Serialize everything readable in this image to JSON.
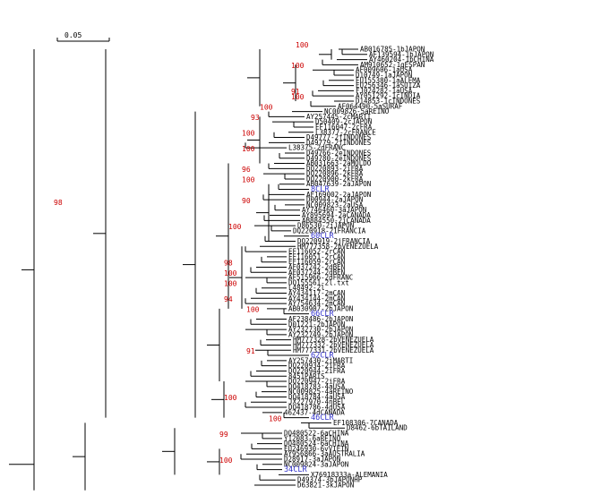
{
  "scale_bar": {
    "label": "0.05"
  },
  "highlight_color": "#3333cc",
  "bootstrap_color": "#cc0000",
  "leaves": [
    {
      "label": "AB016785-1bJAPON"
    },
    {
      "label": "AF139594-1bJAPON"
    },
    {
      "label": "AY460204-1bCHINA"
    },
    {
      "label": "AM910652-1gESPAN"
    },
    {
      "label": "AF009606-1aUSA"
    },
    {
      "label": "D10749-1aJAPON"
    },
    {
      "label": "EU155380-1aALEMA"
    },
    {
      "label": "EU256346-1aSUIZA"
    },
    {
      "label": "FJ024282-1aUSA"
    },
    {
      "label": "AY051292-1cINDIA"
    },
    {
      "label": "D14853-1cINDONES"
    },
    {
      "label": "AF064490-5aSURAF"
    },
    {
      "label": "NC009826-5aREINO"
    },
    {
      "label": "AY257445-2cMARTI"
    },
    {
      "label": "D50409-2cJAPON"
    },
    {
      "label": "EF116047-2cFRA"
    },
    {
      "label": "L38377-2cFRANCE"
    },
    {
      "label": "D49777-2fINDONES"
    },
    {
      "label": "D49779-2fINDONES"
    },
    {
      "label": "L38375-2dFRANC"
    },
    {
      "label": "D49766-2eINDONES"
    },
    {
      "label": "D49780-2eINDONES"
    },
    {
      "label": "AB031663-2aMOLDO"
    },
    {
      "label": "DQ220893-2iFRA"
    },
    {
      "label": "DQ220896-2kFRA"
    },
    {
      "label": "DQ220900-2kFRA"
    },
    {
      "label": "AB047639-2aJAPON"
    },
    {
      "label": "8CLR",
      "highlight": true
    },
    {
      "label": "AF169002-2aJAPON"
    },
    {
      "label": "D00944-2aJAPON"
    },
    {
      "label": "NC009823-2aUSA"
    },
    {
      "label": "AY746460-3aJAPON"
    },
    {
      "label": "AY895694-2aCANADA"
    },
    {
      "label": "AB884550-2jCANADA"
    },
    {
      "label": "D86530-2iJAPON"
    },
    {
      "label": "DQ220918-21FRANCIA"
    },
    {
      "label": "60CLR",
      "highlight": true
    },
    {
      "label": "DQ220919-2jFRANCIA"
    },
    {
      "label": "HM777358-2bVENEZUELA"
    },
    {
      "label": "EF116052-2rCAN"
    },
    {
      "label": "EF116051-2rCAN"
    },
    {
      "label": "EF116059-2rCAN"
    },
    {
      "label": "AF037242-2dBEN"
    },
    {
      "label": "AF037244-2dBEN"
    },
    {
      "label": "AF515966-2dFRANC"
    },
    {
      "label": "DQ155561-2l.txt"
    },
    {
      "label": "L48492-2l"
    },
    {
      "label": "AY434117-2mCAN"
    },
    {
      "label": "AY434144-2mCAN"
    },
    {
      "label": "AY754634-2mCAN"
    },
    {
      "label": "AB030907-2bJAPON"
    },
    {
      "label": "66CLR",
      "highlight": true
    },
    {
      "label": "AF238486-2bJAPON"
    },
    {
      "label": "D01221-2bJAPON"
    },
    {
      "label": "AY232730-2bJAPON"
    },
    {
      "label": "AY232749-2bJAPON"
    },
    {
      "label": "HM777328-2bVENEZUELA"
    },
    {
      "label": "HM777332-2bVENEZUELA"
    },
    {
      "label": "HM777331-2bVENEZUELA"
    },
    {
      "label": "62CLR",
      "highlight": true
    },
    {
      "label": "AY257430-2iMARTI"
    },
    {
      "label": "DQ220934-2iFRA"
    },
    {
      "label": "DQ220944-2iFRA"
    },
    {
      "label": "8451PARIS"
    },
    {
      "label": "DQ220947-2iFRA"
    },
    {
      "label": "DQ418783-4aUSA"
    },
    {
      "label": "NC009825-4aREINO"
    },
    {
      "label": "DQ418784-4aUSA"
    },
    {
      "label": "JX227970-4nBEL"
    },
    {
      "label": "DQ418786-4dUSA"
    },
    {
      "label": "462437-4dCANADA"
    },
    {
      "label": "46CLR",
      "highlight": true
    },
    {
      "label": "EF108306-7CANADA"
    },
    {
      "label": "D8462-6bTAILAND"
    },
    {
      "label": "DQ480522-6aCHINA"
    },
    {
      "label": "Y12083-6aREINO"
    },
    {
      "label": "DQ480524-6aCHINA"
    },
    {
      "label": "EU246930-6vVIETN"
    },
    {
      "label": "AY956866-3aAUSTRALIA"
    },
    {
      "label": "D28917-3aJAPON"
    },
    {
      "label": "NC009824-3aJAPON"
    },
    {
      "label": "34CLR",
      "highlight": true
    },
    {
      "label": "X76918333a-ALEMANIA"
    },
    {
      "label": "D49374-3bJAPONHP"
    },
    {
      "label": "D63821-3kJAPON"
    }
  ],
  "bootstrap": [
    {
      "value": "100",
      "leaf": 0
    },
    {
      "value": "100",
      "leaf": 4
    },
    {
      "value": "91",
      "leaf": 9
    },
    {
      "value": "100",
      "leaf": 10
    },
    {
      "value": "100",
      "leaf": 12
    },
    {
      "value": "93",
      "leaf": 14
    },
    {
      "value": "100",
      "leaf": 17
    },
    {
      "value": "100",
      "leaf": 20
    },
    {
      "value": "96",
      "leaf": 24
    },
    {
      "value": "100",
      "leaf": 26
    },
    {
      "value": "90",
      "leaf": 30
    },
    {
      "value": "100",
      "leaf": 35
    },
    {
      "value": "98",
      "leaf": 42
    },
    {
      "value": "100",
      "leaf": 44
    },
    {
      "value": "100",
      "leaf": 46
    },
    {
      "value": "94",
      "leaf": 49
    },
    {
      "value": "100",
      "leaf": 51
    },
    {
      "value": "91",
      "leaf": 59
    },
    {
      "value": "100",
      "leaf": 68
    },
    {
      "value": "100",
      "leaf": 72
    },
    {
      "value": "99",
      "leaf": 75
    },
    {
      "value": "100",
      "leaf": 80
    },
    {
      "value": "98",
      "leaf": 34
    }
  ]
}
